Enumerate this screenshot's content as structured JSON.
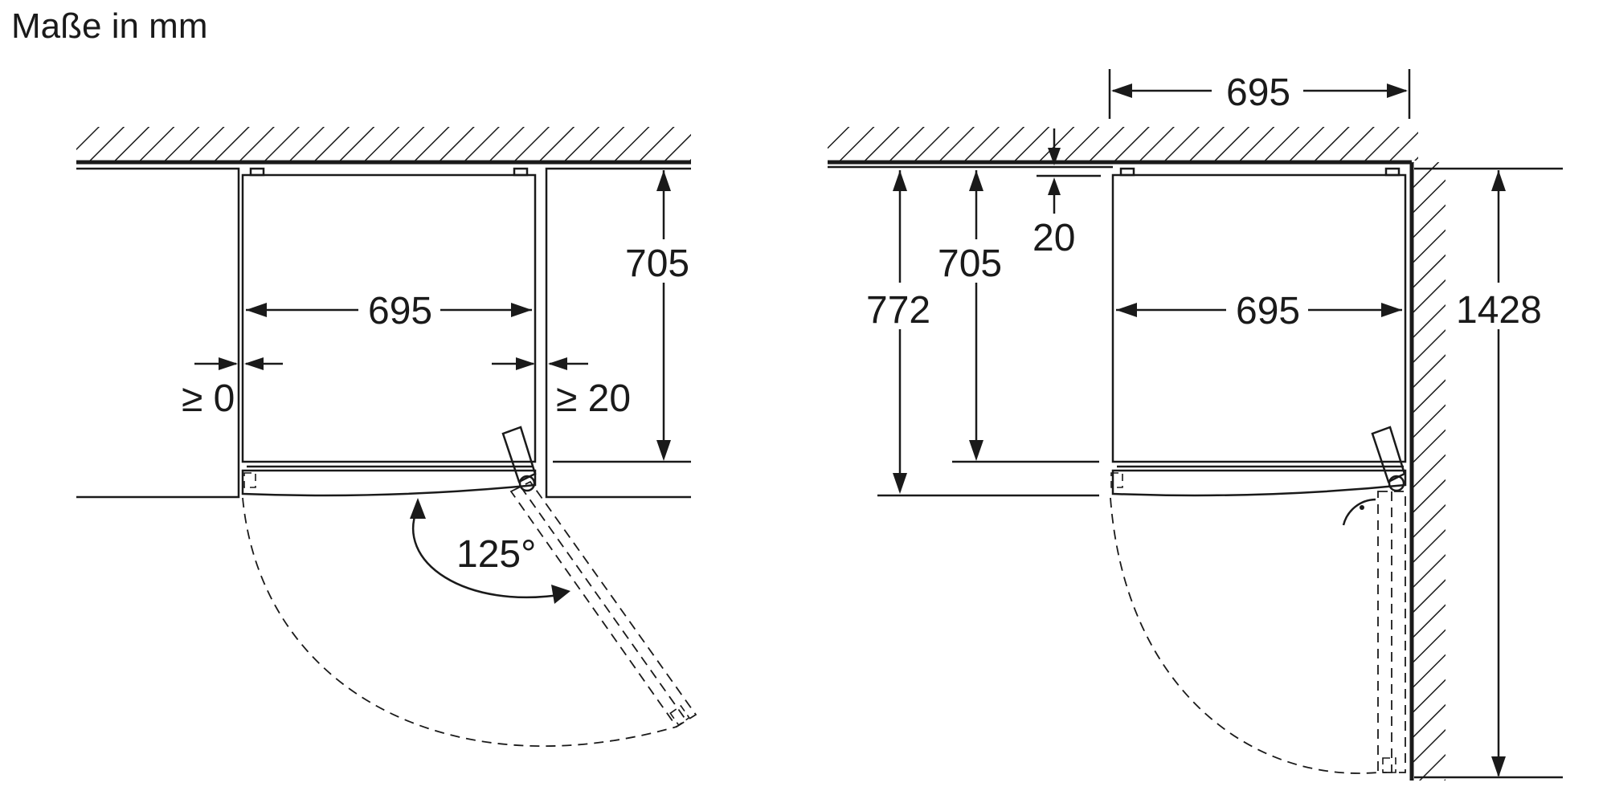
{
  "title": "Maße in mm",
  "left_view": {
    "width_label": "695",
    "depth_label": "705",
    "gap_left_label": "≥ 0",
    "gap_right_label": "≥ 20",
    "angle_label": "125°"
  },
  "right_view": {
    "top_width_label": "695",
    "inner_width_label": "695",
    "depth_label": "705",
    "total_depth_label": "772",
    "wall_gap_label": "20",
    "clearance_label": "1428"
  }
}
